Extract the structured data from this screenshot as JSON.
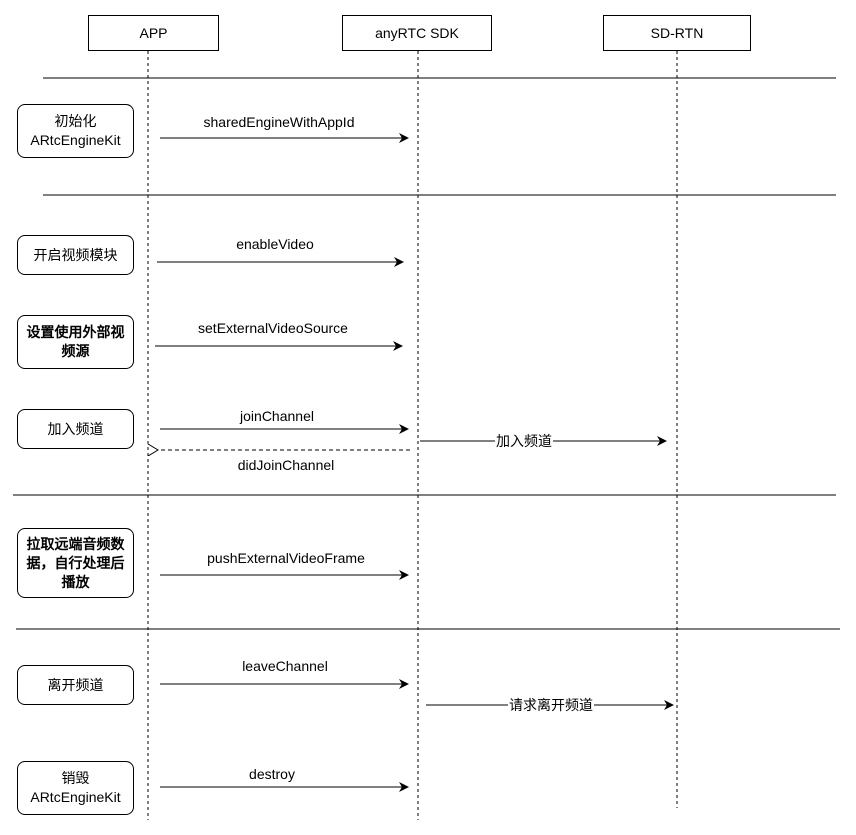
{
  "participants": {
    "app": "APP",
    "sdk": "anyRTC SDK",
    "rtn": "SD-RTN"
  },
  "steps": {
    "init": "初始化\nARtcEngineKit",
    "enable_video": "开启视频模块",
    "set_external": "设置使用外部视\n频源",
    "join": "加入频道",
    "pull_remote": "拉取远端音频数\n据，自行处理后\n播放",
    "leave": "离开频道",
    "destroy": "销毁\nARtcEngineKit"
  },
  "messages": {
    "shared_engine": "sharedEngineWithAppId",
    "enable_video": "enableVideo",
    "set_external": "setExternalVideoSource",
    "join_channel": "joinChannel",
    "did_join": "didJoinChannel",
    "join_rtn": "加入频道",
    "push_frame": "pushExternalVideoFrame",
    "leave_channel": "leaveChannel",
    "leave_rtn": "请求离开频道",
    "destroy": "destroy"
  }
}
